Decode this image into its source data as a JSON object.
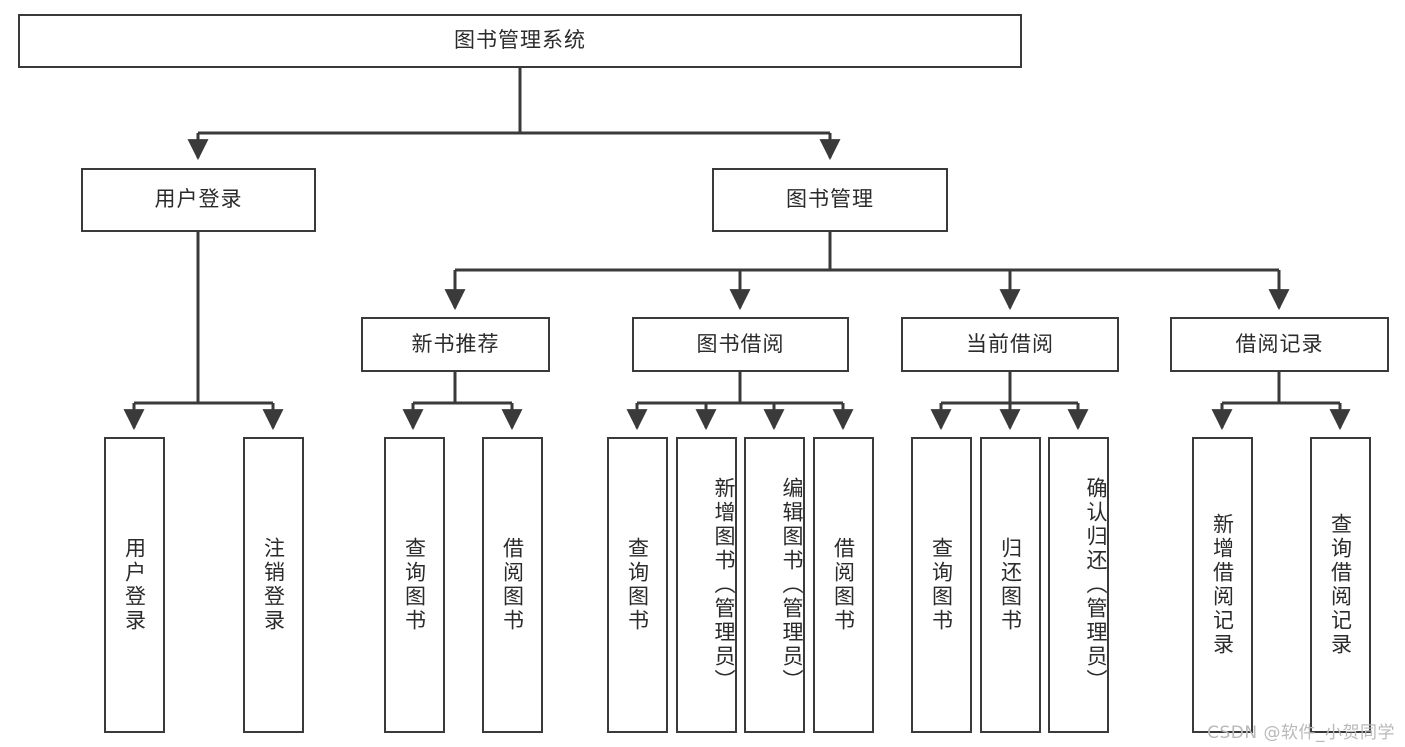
{
  "diagram": {
    "type": "tree-hierarchy-chart",
    "title": "图书管理系统",
    "watermark": "CSDN @软件_小贺同学",
    "colors": {
      "stroke": "#3a3a3a",
      "box_fill": "#ffffff",
      "text": "#2b2b2b",
      "watermark": "#b9b9b9",
      "background": "#ffffff"
    },
    "nodes": {
      "root": {
        "label": "图书管理系统"
      },
      "level2": [
        {
          "id": "user-login",
          "label": "用户登录"
        },
        {
          "id": "book-management",
          "label": "图书管理"
        }
      ],
      "level3": [
        {
          "id": "new-book-recommend",
          "label": "新书推荐"
        },
        {
          "id": "book-borrow",
          "label": "图书借阅"
        },
        {
          "id": "current-borrow",
          "label": "当前借阅"
        },
        {
          "id": "borrow-record",
          "label": "借阅记录"
        }
      ],
      "leaves": {
        "user-login": [
          {
            "id": "leaf-user-login",
            "label": "用户登录"
          },
          {
            "id": "leaf-logout-login",
            "label": "注销登录"
          }
        ],
        "new-book-recommend": [
          {
            "id": "leaf-query-book-1",
            "label": "查询图书"
          },
          {
            "id": "leaf-borrow-book-1",
            "label": "借阅图书"
          }
        ],
        "book-borrow": [
          {
            "id": "leaf-query-book-2",
            "label": "查询图书"
          },
          {
            "id": "leaf-add-book",
            "label": "新增图书（管理员）"
          },
          {
            "id": "leaf-edit-book",
            "label": "编辑图书（管理员）"
          },
          {
            "id": "leaf-borrow-book-2",
            "label": "借阅图书"
          }
        ],
        "current-borrow": [
          {
            "id": "leaf-query-book-3",
            "label": "查询图书"
          },
          {
            "id": "leaf-return-book",
            "label": "归还图书"
          },
          {
            "id": "leaf-confirm-return",
            "label": "确认归还（管理员）"
          }
        ],
        "borrow-record": [
          {
            "id": "leaf-add-record",
            "label": "新增借阅记录"
          },
          {
            "id": "leaf-query-record",
            "label": "查询借阅记录"
          }
        ]
      }
    }
  }
}
